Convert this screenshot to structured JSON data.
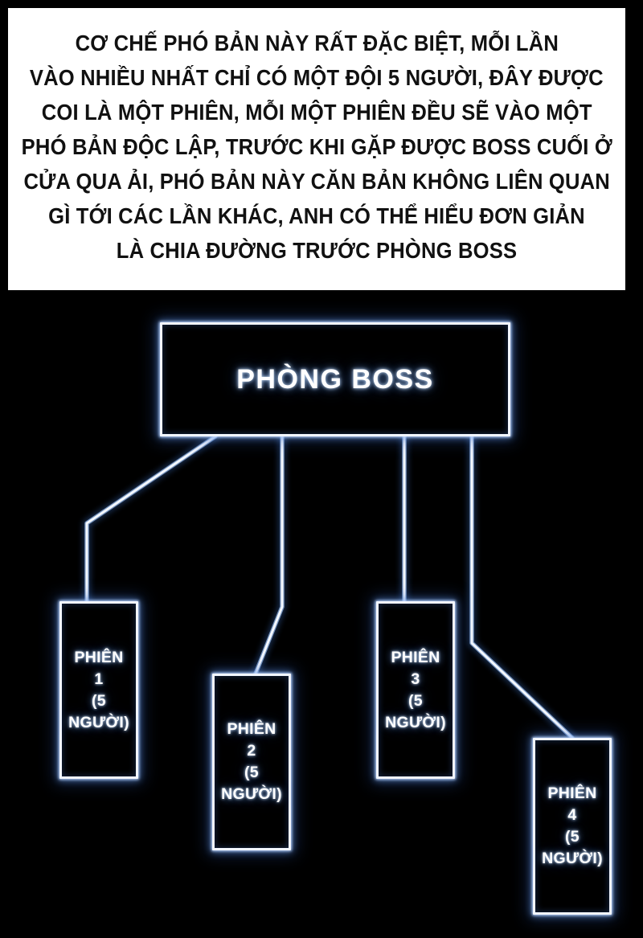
{
  "narration": {
    "lines": [
      "CƠ CHẾ PHÓ BẢN NÀY RẤT ĐẶC BIỆT, MỖI LẦN",
      "VÀO NHIỀU NHẤT CHỈ CÓ MỘT ĐỘI 5 NGƯỜI, ĐÂY ĐƯỢC",
      "COI LÀ MỘT PHIÊN, MỖI MỘT PHIÊN ĐỀU SẼ VÀO MỘT",
      "PHÓ BẢN ĐỘC LẬP, TRƯỚC KHI GẶP ĐƯỢC BOSS CUỐI Ở",
      "CỬA QUA ẢI, PHÓ BẢN NÀY CĂN BẢN KHÔNG LIÊN QUAN",
      "GÌ TỚI CÁC LẦN KHÁC, ANH CÓ THỂ HIỂU ĐƠN GIẢN",
      "LÀ CHIA ĐƯỜNG TRƯỚC PHÒNG BOSS"
    ]
  },
  "diagram": {
    "root": {
      "label": "PHÒNG BOSS"
    },
    "sessions": [
      {
        "title": "PHIÊN",
        "number": "1",
        "capacity_open": "(5",
        "capacity_close": "NGƯỜI)"
      },
      {
        "title": "PHIÊN",
        "number": "2",
        "capacity_open": "(5",
        "capacity_close": "NGƯỜI)"
      },
      {
        "title": "PHIÊN",
        "number": "3",
        "capacity_open": "(5",
        "capacity_close": "NGƯỜI)"
      },
      {
        "title": "PHIÊN",
        "number": "4",
        "capacity_open": "(5",
        "capacity_close": "NGƯỜI)"
      }
    ]
  },
  "colors": {
    "background": "#000000",
    "panel": "#ffffff",
    "panel_text": "#111111",
    "neon_core": "#f4f8ff",
    "neon_glow": "#3f74c8"
  }
}
